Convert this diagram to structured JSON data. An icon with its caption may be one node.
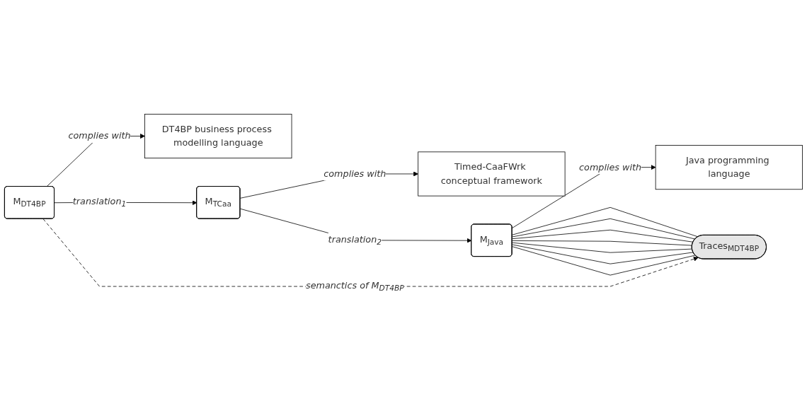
{
  "diagram": {
    "nodes": [
      {
        "text": [
          "DT4BP business process modelling language"
        ]
      },
      {
        "text": [
          "Timed-CaaFWrk conceptual framework"
        ]
      },
      {
        "text": [
          "Java programming language"
        ]
      },
      {
        "text": [
          "M$_{DT4BP}$"
        ]
      },
      {
        "text": [
          "M$_{TCaa}$"
        ]
      },
      {
        "text": [
          "M$_{Java}$"
        ]
      },
      {
        "text": [
          "Traces$_{M}$$_{DT4BP}$"
        ]
      }
    ],
    "edges": [
      {
        "from": 3,
        "to": 0,
        "arrow": "to",
        "label": "complies with"
      },
      {
        "from": 4,
        "to": 1,
        "arrow": "to",
        "label": "complies with"
      },
      {
        "from": 5,
        "to": 2,
        "arrow": "to",
        "label": "complies with"
      },
      {
        "from": 3,
        "to": 4,
        "arrow": "to",
        "label": "translation$_{1}$"
      },
      {
        "from": 4,
        "to": 5,
        "arrow": "to",
        "label": "translation$_{2}$"
      },
      {
        "from": 3,
        "to": 6,
        "arrow": "to",
        "style": "dashed",
        "label": "*semanctics of* M$_{DT4BP}$"
      },
      {
        "from": 5,
        "to": 6,
        "arrow": "none"
      },
      {
        "from": 5,
        "to": 6,
        "arrow": "none"
      },
      {
        "from": 5,
        "to": 6,
        "arrow": "none"
      },
      {
        "from": 5,
        "to": 6,
        "arrow": "none"
      },
      {
        "from": 5,
        "to": 6,
        "arrow": "none"
      },
      {
        "from": 5,
        "to": 6,
        "arrow": "none"
      },
      {
        "from": 5,
        "to": 6,
        "arrow": "none"
      }
    ]
  }
}
